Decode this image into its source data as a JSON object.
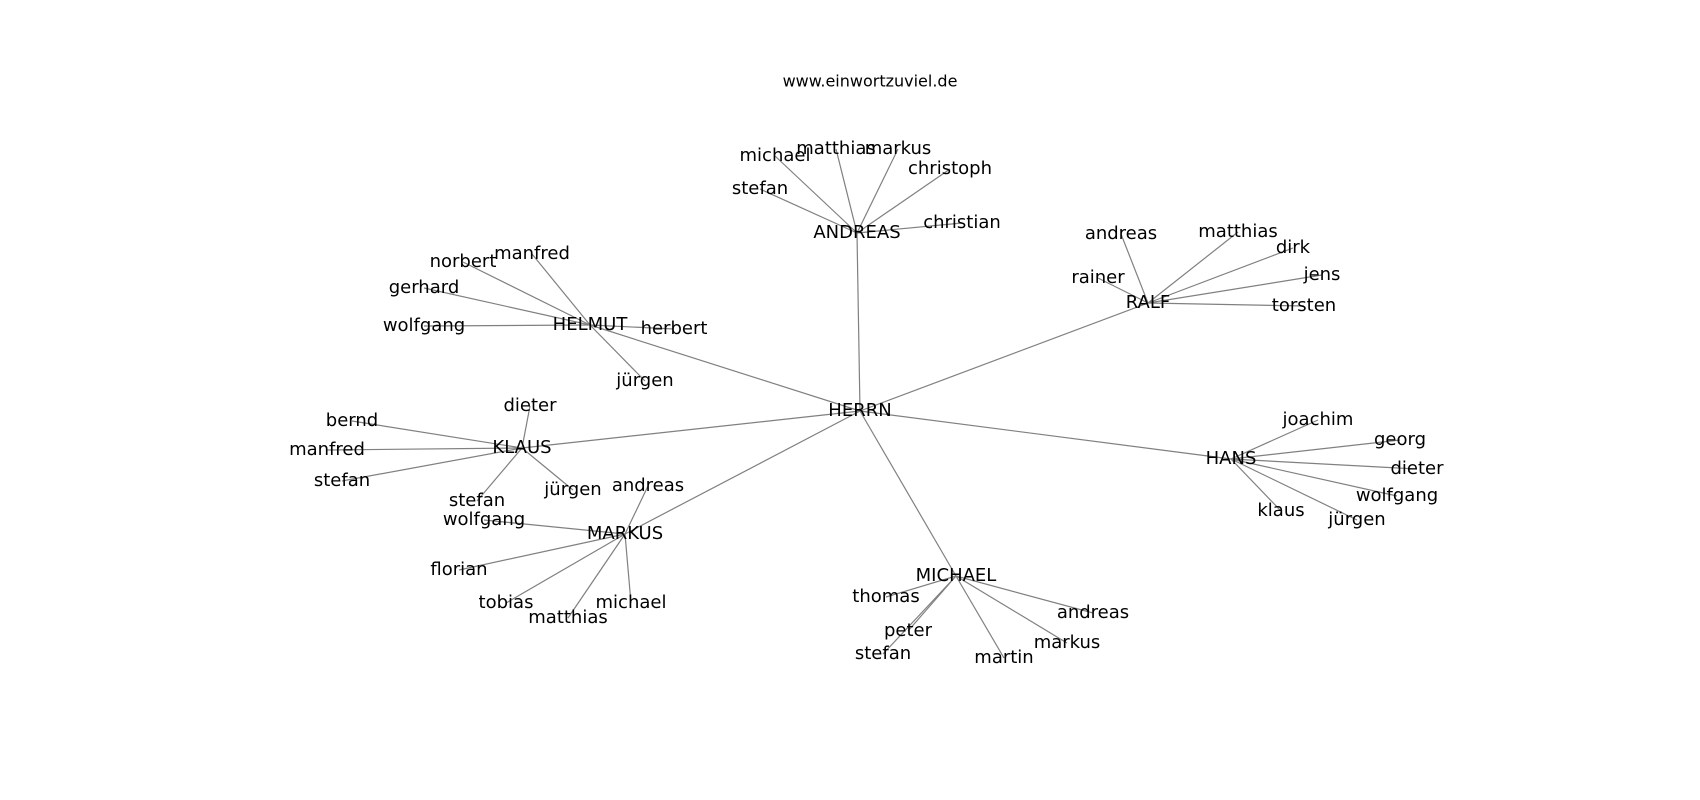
{
  "header": {
    "site": "www.einwortzuviel.de"
  },
  "graph": {
    "root": "HERRN",
    "hubs": [
      {
        "id": "andreas",
        "label": "ANDREAS",
        "leaves": [
          "michael",
          "matthias",
          "markus",
          "christoph",
          "stefan",
          "christian"
        ]
      },
      {
        "id": "ralf",
        "label": "RALF",
        "leaves": [
          "andreas",
          "matthias",
          "dirk",
          "rainer",
          "jens",
          "torsten"
        ]
      },
      {
        "id": "helmut",
        "label": "HELMUT",
        "leaves": [
          "norbert",
          "manfred",
          "gerhard",
          "wolfgang",
          "herbert",
          "jürgen"
        ]
      },
      {
        "id": "klaus",
        "label": "KLAUS",
        "leaves": [
          "dieter",
          "bernd",
          "manfred",
          "stefan",
          "jürgen",
          "stefan"
        ]
      },
      {
        "id": "hans",
        "label": "HANS",
        "leaves": [
          "joachim",
          "georg",
          "dieter",
          "wolfgang",
          "klaus",
          "jürgen"
        ]
      },
      {
        "id": "markus",
        "label": "MARKUS",
        "leaves": [
          "andreas",
          "wolfgang",
          "florian",
          "tobias",
          "matthias",
          "michael"
        ]
      },
      {
        "id": "michael",
        "label": "MICHAEL",
        "leaves": [
          "thomas",
          "andreas",
          "peter",
          "markus",
          "stefan",
          "martin"
        ]
      }
    ]
  },
  "colors": {
    "edge": "#808080",
    "text": "#000000",
    "background": "#ffffff"
  }
}
